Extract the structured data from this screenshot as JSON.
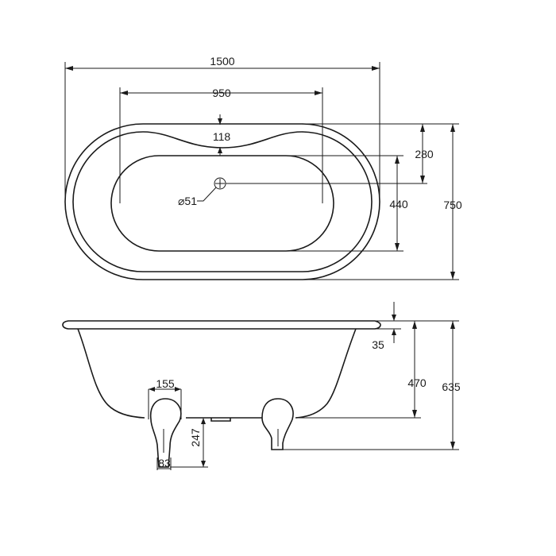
{
  "top_view": {
    "overall_length": "1500",
    "inner_length": "950",
    "rim_notch": "118",
    "inner_offset": "280",
    "inner_width": "440",
    "overall_width": "750",
    "waste_diameter": "⌀51"
  },
  "side_view": {
    "rim_thickness": "35",
    "bath_depth": "470",
    "overall_height": "635",
    "foot_width": "155",
    "foot_height": "247",
    "foot_base": "83"
  }
}
